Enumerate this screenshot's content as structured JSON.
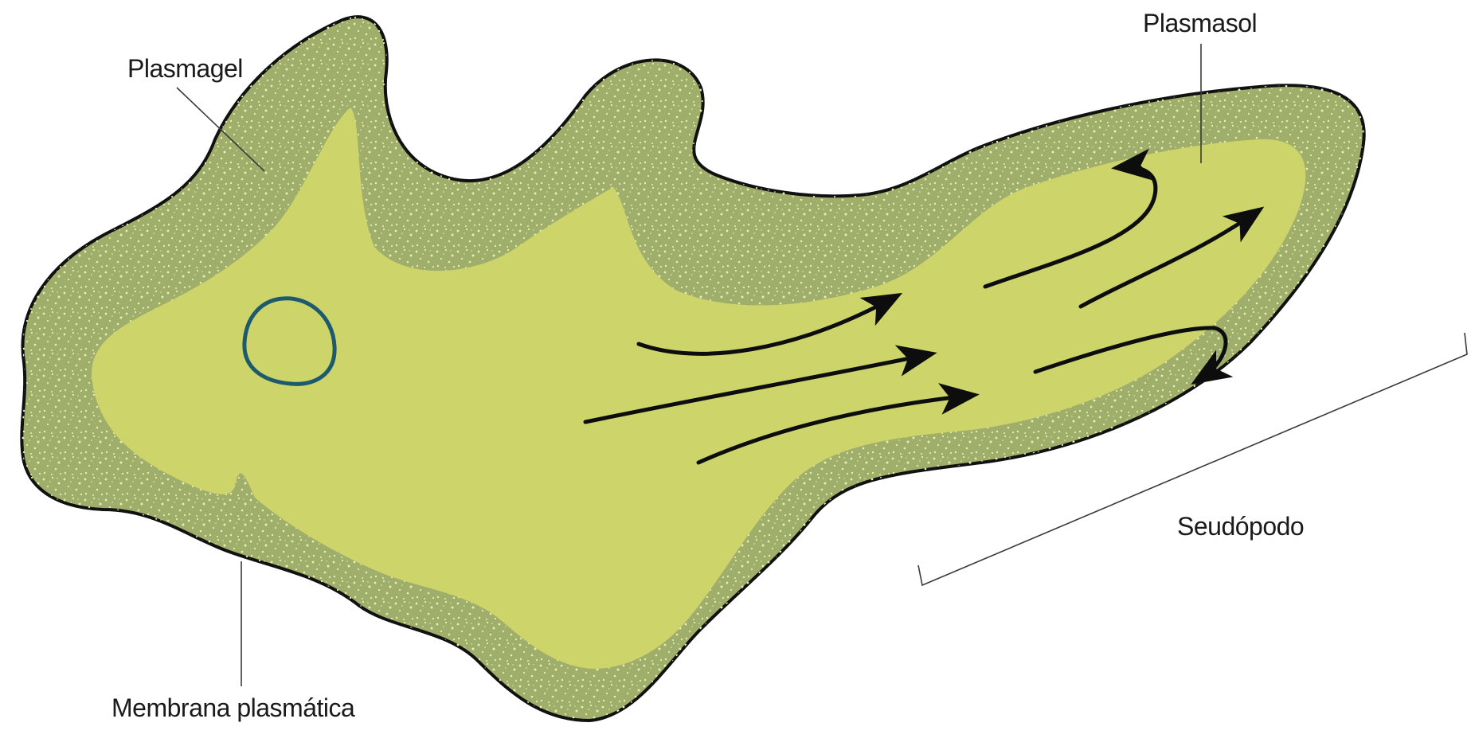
{
  "labels": {
    "plasmagel": "Plasmagel",
    "plasmasol": "Plasmasol",
    "pseudopod": "Seudópodo",
    "membrane": "Membrana plasmática"
  },
  "colors": {
    "background": "#ffffff",
    "ectoplasm": "#9fae6a",
    "endoplasm": "#cdd46a",
    "speckle": "#e8efb0",
    "outline": "#111111",
    "nucleus": "#1d5a6e",
    "arrow": "#0d0d0d",
    "leader_line": "#3a3a3a"
  }
}
